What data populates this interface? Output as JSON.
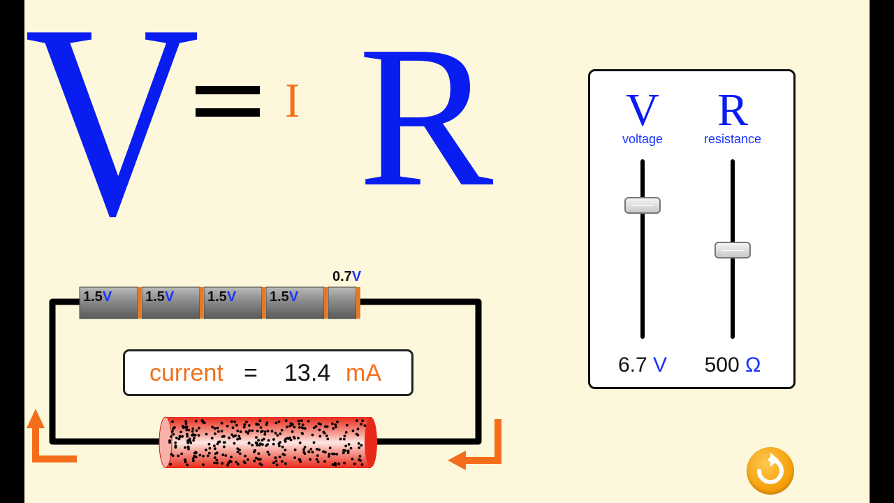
{
  "equation": {
    "v_letter": "V",
    "equals_sign": "=",
    "i_letter": "I",
    "r_letter": "R"
  },
  "controls": {
    "voltage": {
      "letter": "V",
      "label": "voltage",
      "value": "6.7",
      "unit": "V",
      "min": 0.1,
      "max": 9.0,
      "level": 6.7
    },
    "resistance": {
      "letter": "R",
      "label": "resistance",
      "value": "500",
      "unit": "Ω",
      "min": 10,
      "max": 1000,
      "level": 500
    }
  },
  "batteries": [
    {
      "value": "1.5",
      "unit": "V"
    },
    {
      "value": "1.5",
      "unit": "V"
    },
    {
      "value": "1.5",
      "unit": "V"
    },
    {
      "value": "1.5",
      "unit": "V"
    },
    {
      "value": "0.7",
      "unit": "V"
    }
  ],
  "current": {
    "label": "current",
    "equals": "=",
    "value": "13.4",
    "unit": "mA"
  },
  "colors": {
    "accent_blue": "#0a1df0",
    "accent_orange": "#f0701c",
    "background": "#fdf8dc"
  },
  "icons": {
    "reset": "reset-icon",
    "flow_arrow": "arrow-icon"
  }
}
